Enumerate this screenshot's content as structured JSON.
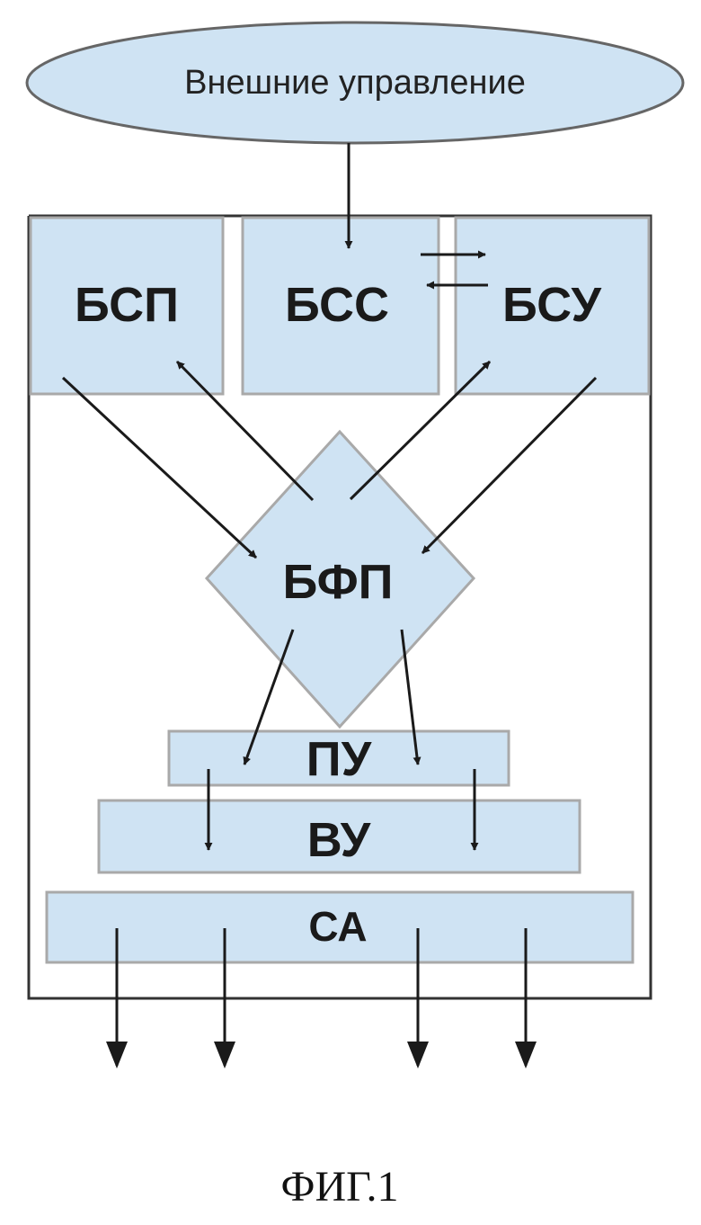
{
  "diagram": {
    "external_control": "Внешние управление",
    "blocks": {
      "bsp": "БСП",
      "bss": "БСС",
      "bsu": "БСУ",
      "bfp": "БФП",
      "pu": "ПУ",
      "vu": "ВУ",
      "sa": "СА"
    },
    "caption": "ФИГ.1"
  }
}
